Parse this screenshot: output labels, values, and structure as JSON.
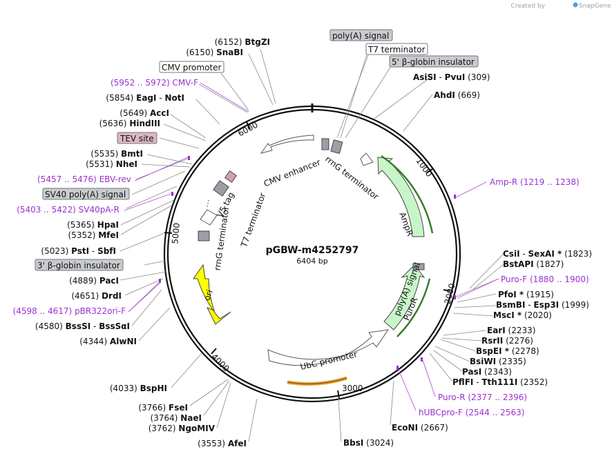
{
  "credit": {
    "prefix": "Created by",
    "brand": "SnapGene"
  },
  "plasmid": {
    "name": "pGBW-m4252797",
    "size_text": "6404 bp"
  },
  "ruler": [
    "1000",
    "2000",
    "3000",
    "4000",
    "5000",
    "6000"
  ],
  "features": {
    "cmv_enhancer": "CMV enhancer",
    "rrng_terminator_top": "rrnG terminator",
    "ampr": "AmpR",
    "v5_tag": "V5 tag",
    "t7_terminator": "T7 terminator",
    "rrng_terminator_left": "rrnG terminator",
    "ori": "ori",
    "polya_signal": "poly(A) signal",
    "puror": "PuroR",
    "ubc_promoter": "UbC promoter"
  },
  "boxed_labels": {
    "polya_signal": "poly(A) signal",
    "t7_terminator": "T7 terminator",
    "beta_globin_5": "5' β-globin insulator",
    "cmv_promoter": "CMV promoter",
    "tev_site": "TEV site",
    "sv40_polya": "SV40 poly(A) signal",
    "beta_globin_3": "3' β-globin insulator"
  },
  "sites": {
    "btgzi": {
      "pos": "(6152)",
      "name": "BtgZI"
    },
    "snabi": {
      "pos": "(6150)",
      "name": "SnaBI"
    },
    "asisi": {
      "name": "AsiSI",
      "sep": "-",
      "name2": "PvuI",
      "pos": "(309)"
    },
    "ahdi": {
      "name": "AhdI",
      "pos": "(669)"
    },
    "eagi": {
      "pos": "(5854)",
      "name": "EagI",
      "sep": "-",
      "name2": "NotI"
    },
    "acci": {
      "pos": "(5649)",
      "name": "AccI"
    },
    "hindiii": {
      "pos": "(5636)",
      "name": "HindIII"
    },
    "bmti": {
      "pos": "(5535)",
      "name": "BmtI"
    },
    "nhei": {
      "pos": "(5531)",
      "name": "NheI"
    },
    "hpai": {
      "pos": "(5365)",
      "name": "HpaI"
    },
    "mfei": {
      "pos": "(5352)",
      "name": "MfeI"
    },
    "psti": {
      "pos": "(5023)",
      "name": "PstI",
      "sep": "-",
      "name2": "SbfI"
    },
    "paci": {
      "pos": "(4889)",
      "name": "PacI"
    },
    "drdi": {
      "pos": "(4651)",
      "name": "DrdI"
    },
    "bsssi": {
      "pos": "(4580)",
      "name": "BssSI",
      "sep": "-",
      "name2": "BssSαI"
    },
    "alwni": {
      "pos": "(4344)",
      "name": "AlwNI"
    },
    "bsphi": {
      "pos": "(4033)",
      "name": "BspHI"
    },
    "fsei": {
      "pos": "(3766)",
      "name": "FseI"
    },
    "naei": {
      "pos": "(3764)",
      "name": "NaeI"
    },
    "ngomiv": {
      "pos": "(3762)",
      "name": "NgoMIV"
    },
    "afei": {
      "pos": "(3553)",
      "name": "AfeI"
    },
    "bbsi": {
      "name": "BbsI",
      "pos": "(3024)"
    },
    "econi": {
      "name": "EcoNI",
      "pos": "(2667)"
    },
    "csii": {
      "name": "CsiI",
      "sep": "-",
      "name2": "SexAI *",
      "pos": "(1823)"
    },
    "bstapi": {
      "name": "BstAPI",
      "pos": "(1827)"
    },
    "pfoi": {
      "name": "PfoI *",
      "pos": "(1915)"
    },
    "bsmbi": {
      "name": "BsmBI",
      "sep": "-",
      "name2": "Esp3I",
      "pos": "(1999)"
    },
    "msci": {
      "name": "MscI *",
      "pos": "(2020)"
    },
    "eari": {
      "name": "EarI",
      "pos": "(2233)"
    },
    "rsrii": {
      "name": "RsrII",
      "pos": "(2276)"
    },
    "bspei": {
      "name": "BspEI *",
      "pos": "(2278)"
    },
    "bsiwi": {
      "name": "BsiWI",
      "pos": "(2335)"
    },
    "pasi": {
      "name": "PasI",
      "pos": "(2343)"
    },
    "pflfi": {
      "name": "PflFI",
      "sep": "-",
      "name2": "Tth111I",
      "pos": "(2352)"
    }
  },
  "primers": {
    "cmv_f": {
      "range": "(5952 .. 5972)",
      "name": "CMV-F"
    },
    "ebv_rev": {
      "range": "(5457 .. 5476)",
      "name": "EBV-rev"
    },
    "sv40pa_r": {
      "range": "(5403 .. 5422)",
      "name": "SV40pA-R"
    },
    "pbr322ori_f": {
      "range": "(4598 .. 4617)",
      "name": "pBR322ori-F"
    },
    "amp_r": {
      "name": "Amp-R",
      "range": "(1219 .. 1238)"
    },
    "puro_f": {
      "name": "Puro-F",
      "range": "(1880 .. 1900)"
    },
    "puro_r": {
      "name": "Puro-R",
      "range": "(2377 .. 2396)"
    },
    "hubcpro_f": {
      "name": "hUBCpro-F",
      "range": "(2544 .. 2563)"
    }
  }
}
